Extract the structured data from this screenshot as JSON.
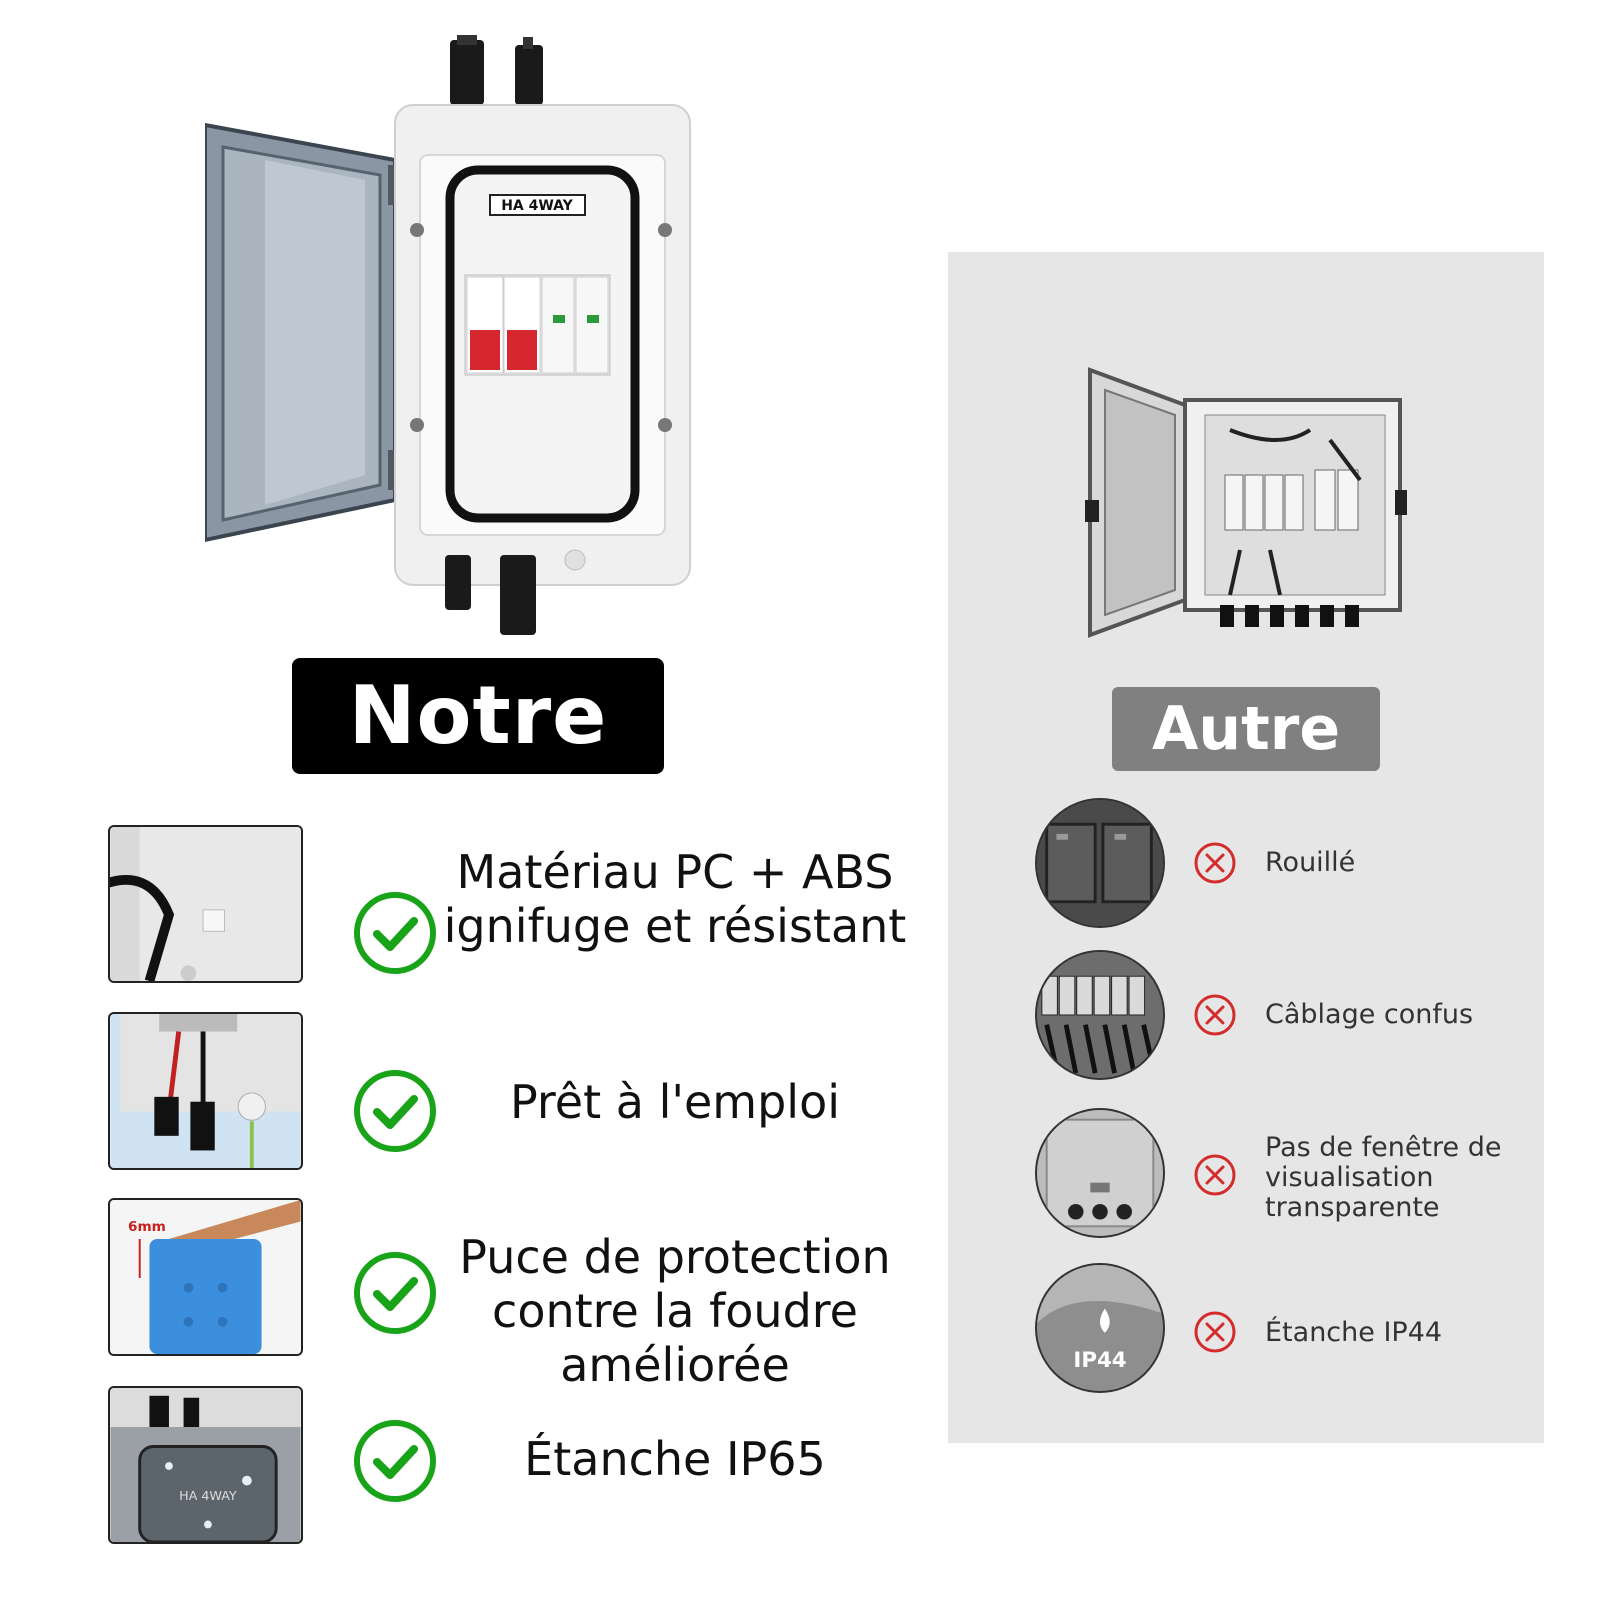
{
  "ours": {
    "badge_label": "Notre",
    "device_label": "HA 4WAY",
    "features": [
      {
        "text": "Matériau PC + ABS ignifuge et résistant",
        "thumb_label": ""
      },
      {
        "text": "Prêt à l'emploi",
        "thumb_label": ""
      },
      {
        "text": "Puce de protection contre la foudre améliorée",
        "thumb_label": "6mm"
      },
      {
        "text": "Étanche IP65",
        "thumb_label": "HA 4WAY"
      }
    ]
  },
  "other": {
    "badge_label": "Autre",
    "drawbacks": [
      {
        "text": "Rouillé",
        "circle_label": ""
      },
      {
        "text": "Câblage confus",
        "circle_label": ""
      },
      {
        "text": "Pas de fenêtre de visualisation transparente",
        "circle_label": ""
      },
      {
        "text": "Étanche IP44",
        "circle_label": "IP44"
      }
    ]
  },
  "colors": {
    "check_green": "#19a319",
    "cross_red": "#d42b2b",
    "badge_ours": "#000000",
    "badge_other": "#808080",
    "panel_bg": "#e6e6e6"
  },
  "icons": {
    "check": "check-circle-icon",
    "cross": "cross-circle-icon"
  }
}
